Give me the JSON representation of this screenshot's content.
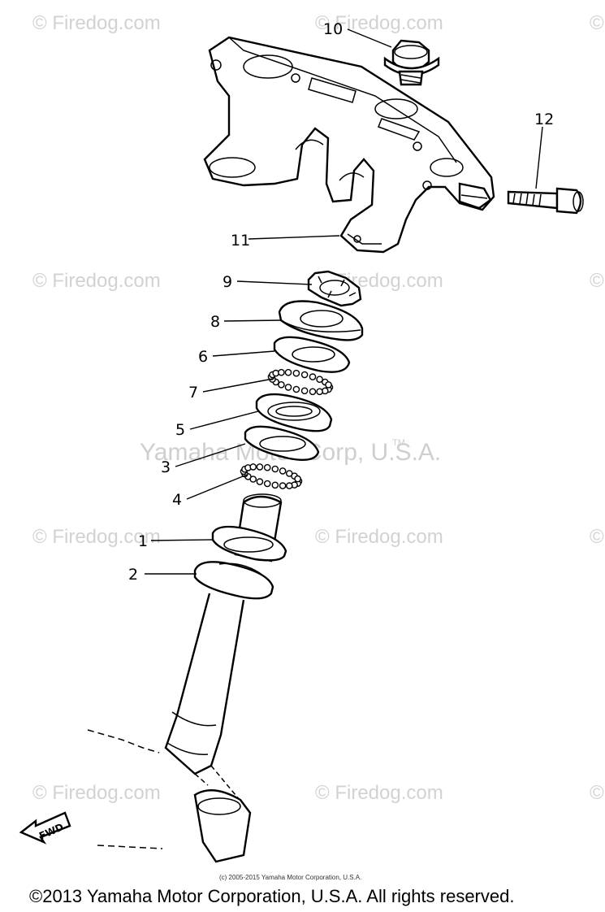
{
  "watermarks": {
    "firedog": "© Firedog.com",
    "firedog_edge": "©",
    "corp": "Yamaha Motor Corp, U.S.A.",
    "tm": "TM"
  },
  "callouts": {
    "c1": "1",
    "c2": "2",
    "c3": "3",
    "c4": "4",
    "c5": "5",
    "c6": "6",
    "c7": "7",
    "c8": "8",
    "c9": "9",
    "c10": "10",
    "c11": "11",
    "c12": "12"
  },
  "fwd_label": "FWD",
  "small_copyright": "(c) 2005-2015 Yamaha Motor Corporation, U.S.A.",
  "footer_copyright": "©2013 Yamaha Motor Corporation, U.S.A. All rights reserved."
}
